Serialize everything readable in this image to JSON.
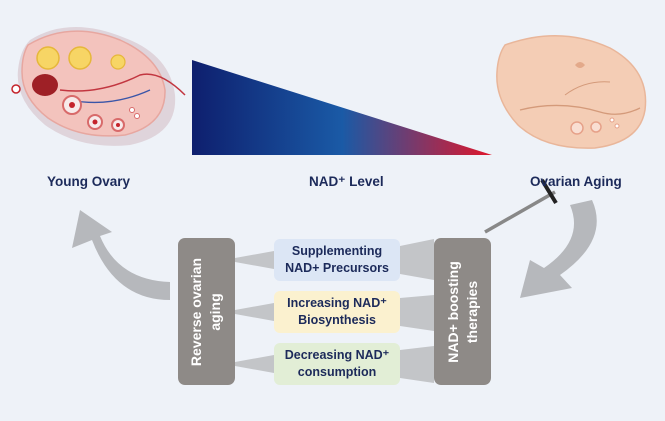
{
  "labels": {
    "young_ovary": "Young Ovary",
    "nad_level": "NAD⁺ Level",
    "ovarian_aging": "Ovarian Aging"
  },
  "boxes": {
    "reverse_line1": "Reverse ovarian",
    "reverse_line2": "aging",
    "therapies_line1": "NAD+ boosting",
    "therapies_line2": "therapies"
  },
  "pills": [
    {
      "line1": "Supplementing",
      "line2": "NAD+ Precursors",
      "color": "#dce6f5"
    },
    {
      "line1": "Increasing NAD⁺",
      "line2": "Biosynthesis",
      "color": "#fbf1cf"
    },
    {
      "line1": "Decreasing NAD⁺",
      "line2": "consumption",
      "color": "#e2eed6"
    }
  ],
  "colors": {
    "gradient_start": "#0e1f6e",
    "gradient_mid": "#1a5aa6",
    "gradient_end": "#e0162b",
    "box_gray": "#8e8a87",
    "arrow_gray": "#b6b8bc"
  }
}
